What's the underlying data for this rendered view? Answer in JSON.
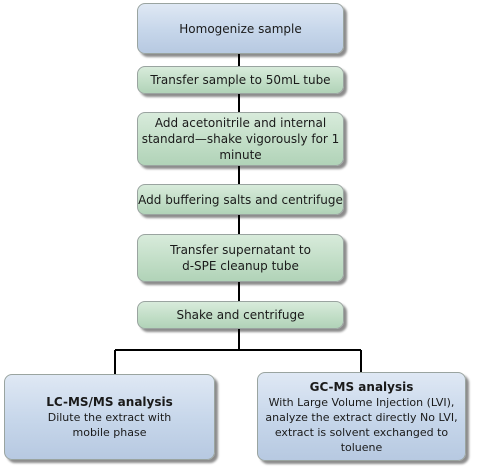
{
  "steps": {
    "homogenize": "Homogenize sample",
    "transfer": "Transfer sample to 50mL tube",
    "add_acetonitrile_line1": "Add acetonitrile and internal",
    "add_acetonitrile_line2": "standard—shake vigorously for 1 minute",
    "buffering": "Add buffering salts and centrifuge",
    "supernatant_line1": "Transfer supernatant to",
    "supernatant_line2": "d-SPE cleanup tube",
    "shake": "Shake and centrifuge"
  },
  "outcomes": {
    "lcms": {
      "title": "LC-MS/MS analysis",
      "line1": "Dilute the extract with",
      "line2": "mobile phase"
    },
    "gcms": {
      "title": "GC-MS analysis",
      "line1": "With Large Volume Injection (LVI),",
      "line2": "analyze the extract directly No LVI,",
      "line3": "extract is solvent exchanged to toluene"
    }
  },
  "colors": {
    "start_end_fill": "#c6d6ea",
    "step_fill": "#c2dec7",
    "connector": "#000000"
  }
}
